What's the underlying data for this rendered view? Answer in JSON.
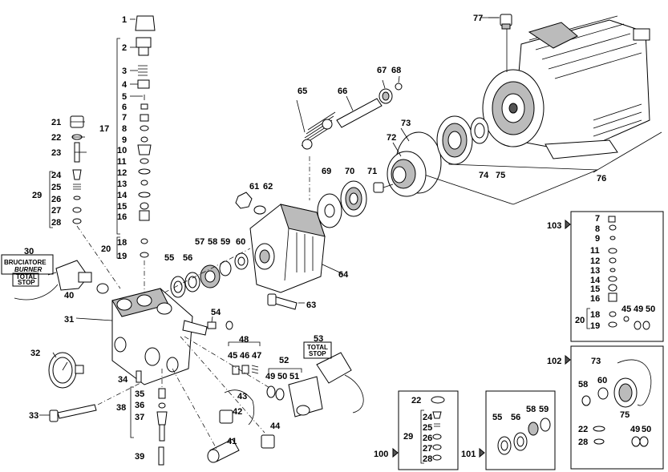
{
  "callouts": {
    "c1": "1",
    "c2": "2",
    "c3": "3",
    "c4": "4",
    "c5": "5",
    "c6": "6",
    "c7": "7",
    "c8": "8",
    "c9": "9",
    "c10": "10",
    "c11": "11",
    "c12": "12",
    "c13": "13",
    "c14": "14",
    "c15": "15",
    "c16": "16",
    "c17": "17",
    "c18": "18",
    "c19": "19",
    "c20": "20",
    "c21": "21",
    "c22": "22",
    "c23": "23",
    "c24": "24",
    "c25": "25",
    "c26": "26",
    "c27": "27",
    "c28": "28",
    "c29": "29",
    "c30": "30",
    "c31": "31",
    "c32": "32",
    "c33": "33",
    "c34": "34",
    "c35": "35",
    "c36": "36",
    "c37": "37",
    "c38": "38",
    "c39": "39",
    "c40": "40",
    "c41": "41",
    "c42": "42",
    "c43": "43",
    "c44": "44",
    "c45": "45",
    "c46": "46",
    "c47": "47",
    "c48": "48",
    "c49": "49",
    "c50": "50",
    "c51": "51",
    "c52": "52",
    "c53": "53",
    "c54": "54",
    "c55": "55",
    "c56": "56",
    "c57": "57",
    "c58": "58",
    "c59": "59",
    "c60": "60",
    "c61": "61",
    "c62": "62",
    "c63": "63",
    "c64": "64",
    "c65": "65",
    "c66": "66",
    "c67": "67",
    "c68": "68",
    "c69": "69",
    "c70": "70",
    "c71": "71",
    "c72": "72",
    "c73": "73",
    "c74": "74",
    "c75": "75",
    "c76": "76",
    "c77": "77"
  },
  "labels": {
    "bruciatore": "BRUCIATORE",
    "burner": "BURNER",
    "total_stop_1": "TOTAL",
    "total_stop_2": "STOP",
    "total_stop_b1": "TOTAL",
    "total_stop_b2": "STOP"
  },
  "kits": {
    "k100": "100",
    "k101": "101",
    "k102": "102",
    "k103": "103",
    "k100_22": "22",
    "k100_24": "24",
    "k100_25": "25",
    "k100_26": "26",
    "k100_27": "27",
    "k100_28": "28",
    "k100_29": "29",
    "k101_55": "55",
    "k101_56": "56",
    "k101_58": "58",
    "k101_59": "59",
    "k102_73": "73",
    "k102_58": "58",
    "k102_60": "60",
    "k102_75": "75",
    "k102_22": "22",
    "k102_28": "28",
    "k102_49": "49",
    "k102_50": "50",
    "k103_7": "7",
    "k103_8": "8",
    "k103_9": "9",
    "k103_11": "11",
    "k103_12": "12",
    "k103_13": "13",
    "k103_14": "14",
    "k103_15": "15",
    "k103_16": "16",
    "k103_18": "18",
    "k103_19": "19",
    "k103_20": "20",
    "k103_45": "45",
    "k103_49": "49",
    "k103_50": "50"
  }
}
